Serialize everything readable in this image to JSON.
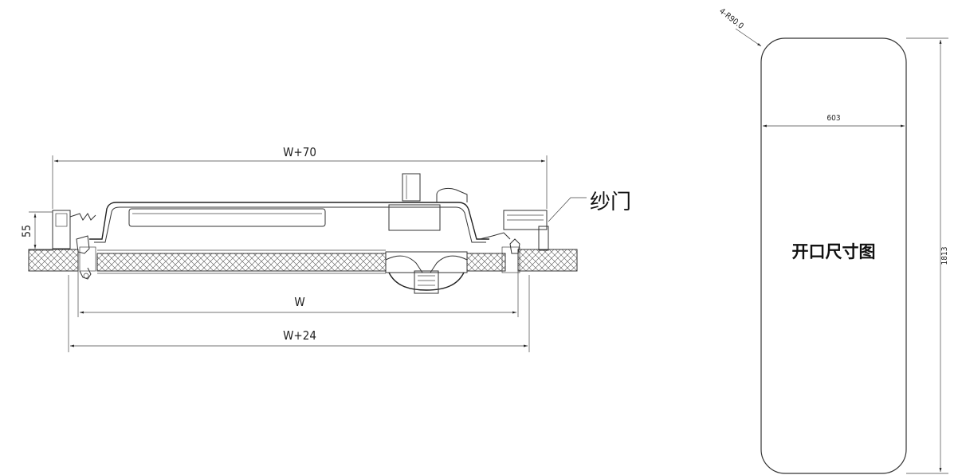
{
  "section_view": {
    "dim_top_width": "W+70",
    "dim_inner_width": "W",
    "dim_outer_width": "W+24",
    "dim_height": "55",
    "screen_door_label": "纱门"
  },
  "cutout_view": {
    "corner_radius_label": "4-R90.0",
    "width_label": "603",
    "height_label": "1813",
    "title": "开口尺寸图"
  }
}
